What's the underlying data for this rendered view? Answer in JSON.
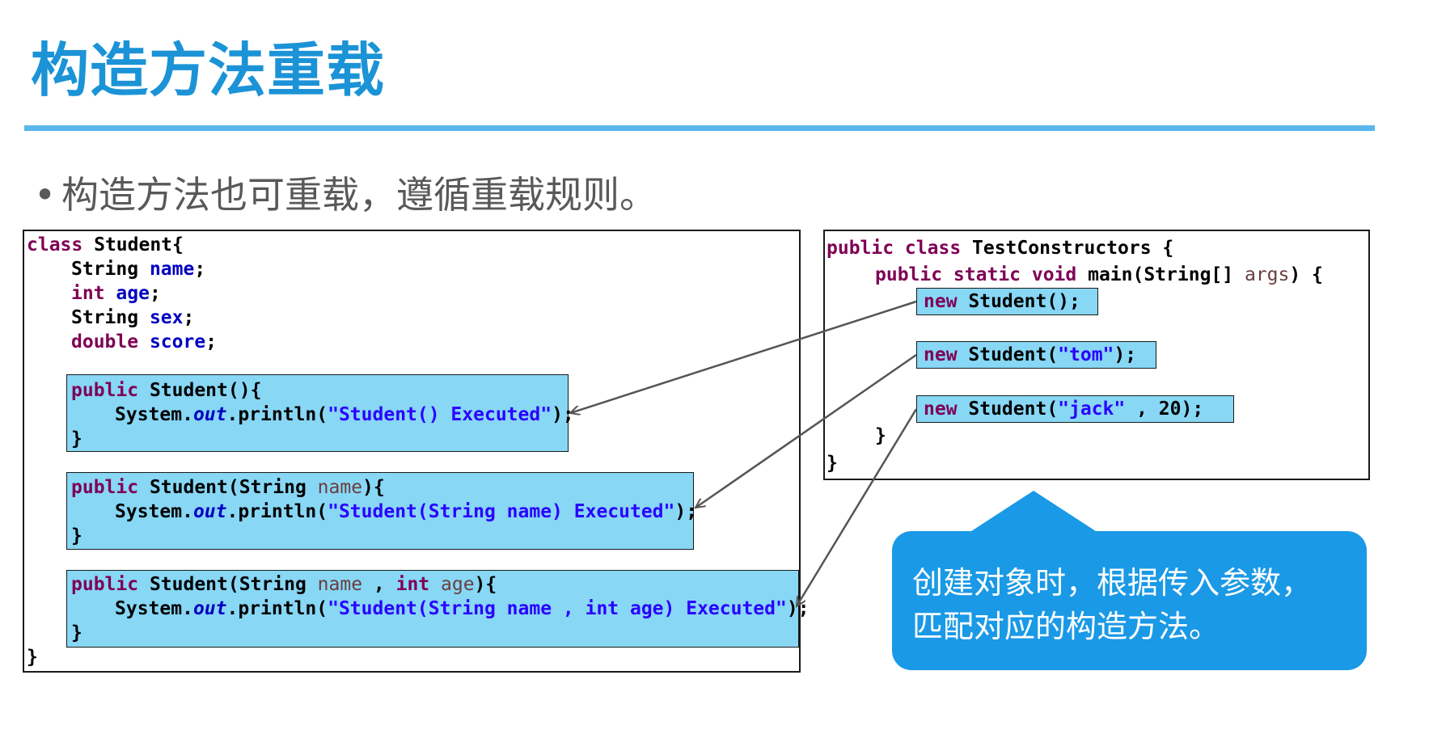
{
  "slide": {
    "title": "构造方法重载",
    "bullet": "构造方法也可重载，遵循重载规则。",
    "callout": {
      "line1": "创建对象时，根据传入参数，",
      "line2": "匹配对应的构造方法。"
    }
  },
  "student_class": {
    "l1_kw": "class",
    "l1_rest": " Student{",
    "l2_type": "String",
    "l2_name": "name",
    "l3_type": "int",
    "l3_name": "age",
    "l4_type": "String",
    "l4_name": "sex",
    "l5_type": "double",
    "l5_name": "score",
    "end": "}",
    "ctor1": {
      "head_kw": "public",
      "head_rest": " Student(){",
      "body_pre": "System.",
      "body_out": "out",
      "body_mid": ".println(",
      "body_str": "\"Student() Executed\"",
      "body_end": ");",
      "close": "}"
    },
    "ctor2": {
      "head_kw": "public",
      "head_a": " Student(String ",
      "head_p": "name",
      "head_b": "){",
      "body_pre": "System.",
      "body_out": "out",
      "body_mid": ".println(",
      "body_str": "\"Student(String name) Executed\"",
      "body_end": ");",
      "close": "}"
    },
    "ctor3": {
      "head_kw": "public",
      "head_a": " Student(String ",
      "head_p1": "name",
      "head_c": " , ",
      "head_kw2": "int",
      "head_sp": " ",
      "head_p2": "age",
      "head_b": "){",
      "body_pre": "System.",
      "body_out": "out",
      "body_mid": ".println(",
      "body_str": "\"Student(String name , int age) Executed\"",
      "body_end": ");",
      "close": "}"
    }
  },
  "test_class": {
    "l1_kw": "public class",
    "l1_rest": " TestConstructors {",
    "l2_kw": "public static void",
    "l2_mid": " main(String[] ",
    "l2_p": "args",
    "l2_end": ") {",
    "call1_kw": "new",
    "call1_rest": " Student();",
    "call2_kw": "new",
    "call2_a": " Student(",
    "call2_str": "\"tom\"",
    "call2_b": ");",
    "call3_kw": "new",
    "call3_a": " Student(",
    "call3_str": "\"jack\"",
    "call3_b": " , 20);",
    "close_inner": "}",
    "close_outer": "}"
  }
}
